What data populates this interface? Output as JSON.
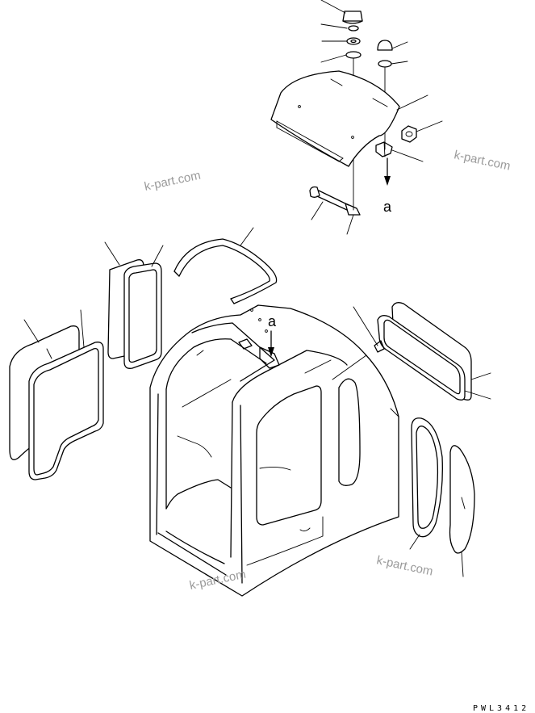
{
  "watermarks": [
    "k-part.com",
    "k-part.com",
    "k-part.com",
    "k-part.com"
  ],
  "detail_labels": [
    "a",
    "a"
  ],
  "drawing_code": "PWL3412"
}
